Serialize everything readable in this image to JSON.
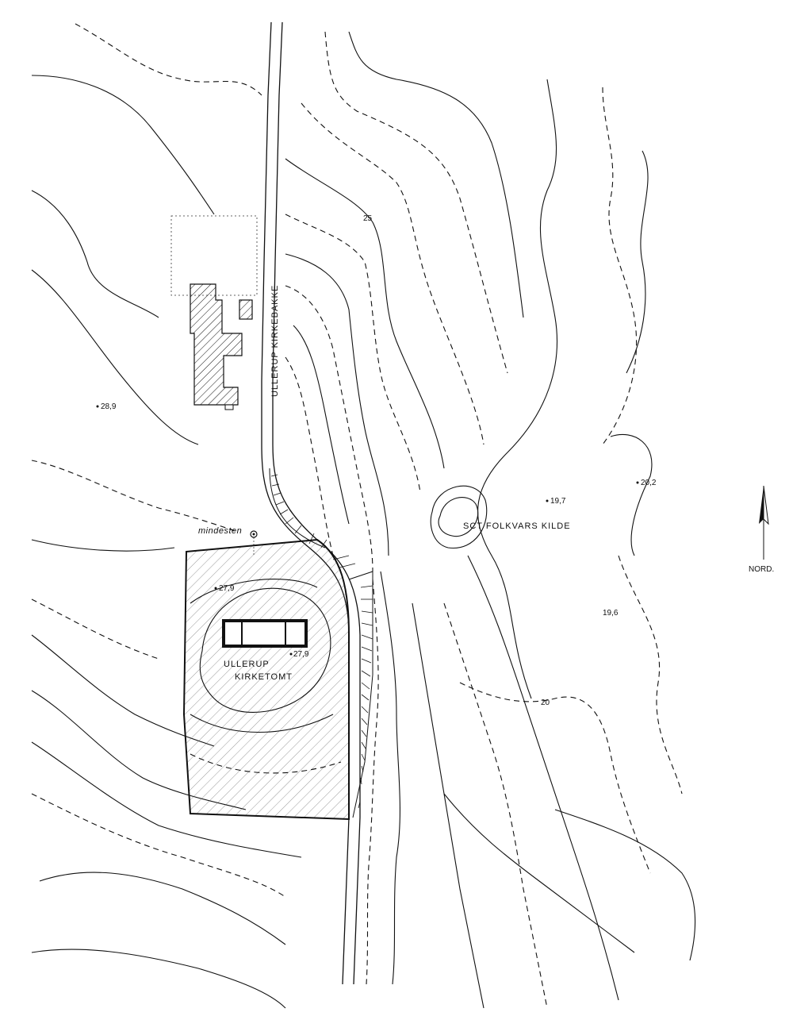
{
  "labels": {
    "road": "ULLERUP KIRKEBAKKE",
    "church_site_line1": "ULLERUP",
    "church_site_line2": "KIRKETOMT",
    "spring": "SCT FOLKVARS KILDE",
    "memorial": "mindesten",
    "north": "NORD."
  },
  "spot_heights": {
    "h1": "28,9",
    "h2": "27,9",
    "h3": "27,9",
    "h4": "19,7",
    "h5": "20,2",
    "h6": "19,6"
  },
  "contour_labels": {
    "c25": "25",
    "c20": "20"
  },
  "icons": {
    "north_arrow": "north-arrow-icon",
    "memorial_stone": "memorial-stone-icon",
    "spot_height": "spot-height-dot-icon"
  },
  "colors": {
    "ink": "#111111",
    "paper": "#ffffff"
  }
}
